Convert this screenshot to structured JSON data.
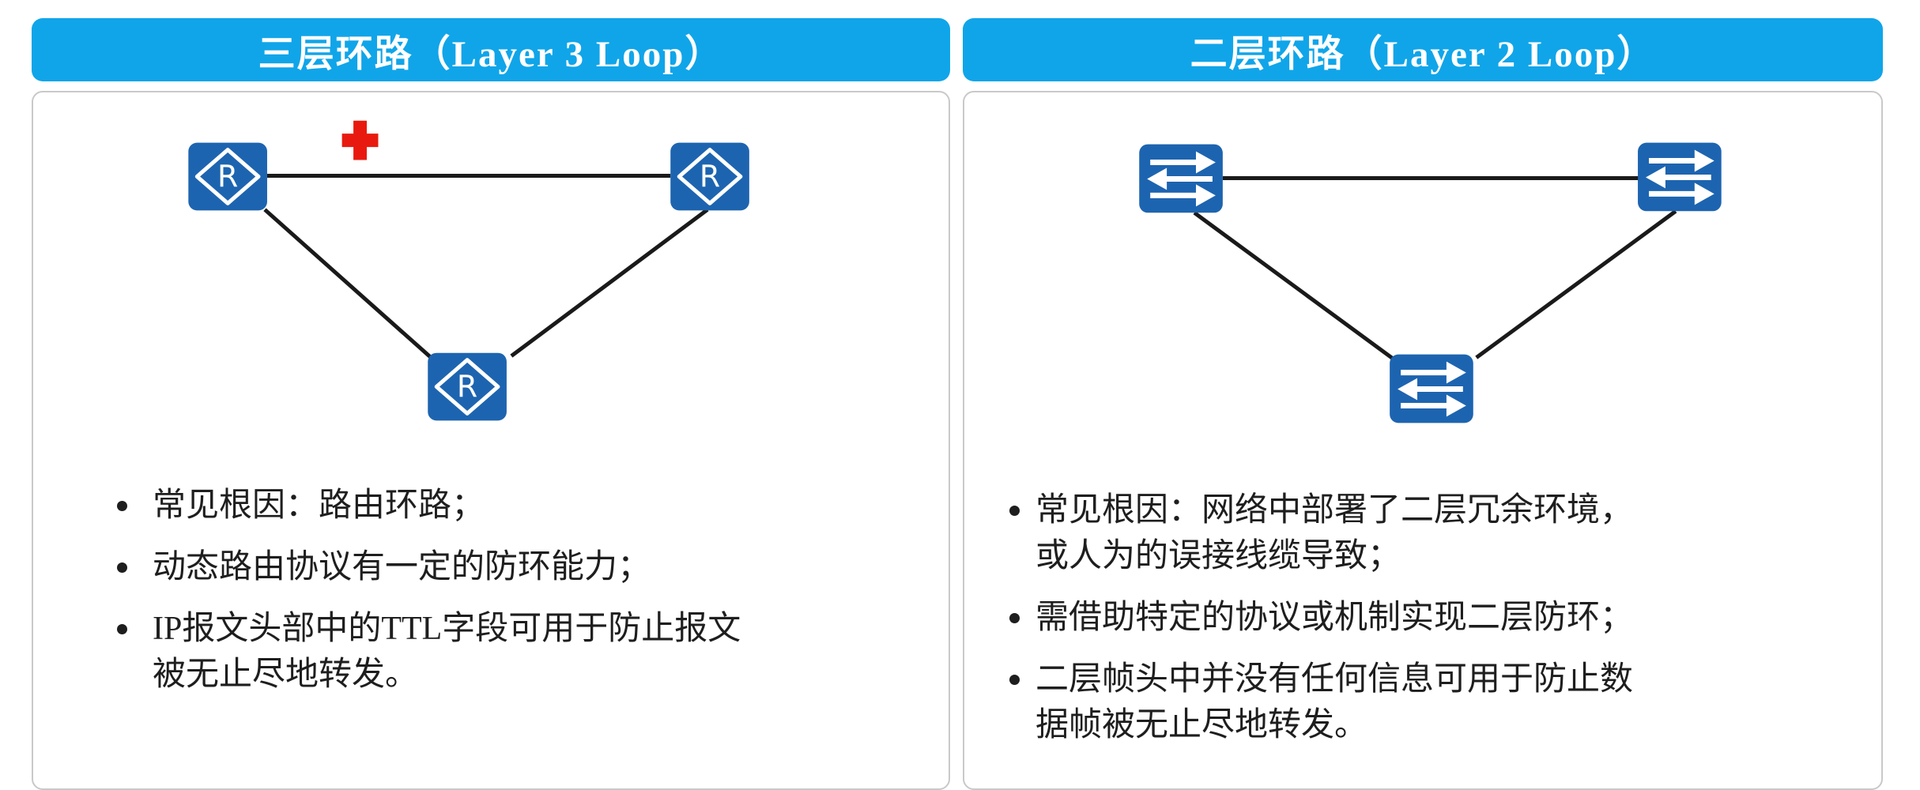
{
  "colors": {
    "page_bg": "#ffffff",
    "header_bg": "#10a5e9",
    "header_text": "#ffffff",
    "card_bg": "#ffffff",
    "card_border": "#c9c9c9",
    "node_fill": "#1d64b0",
    "icon_white": "#ffffff",
    "link": "#1a1a1a",
    "cross": "#e81a0f",
    "text": "#1e1e1e"
  },
  "icons": [
    "router-icon",
    "switch-icon",
    "blocked-link-cross-icon",
    "bullet-dot-icon"
  ],
  "panels": [
    {
      "id": "layer3-loop",
      "title": "三层环路（Layer 3 Loop）",
      "node_type": "router",
      "node_label": "R",
      "node_count": 3,
      "topology": "triangle",
      "bullets": [
        "常见根因：路由环路；",
        "动态路由协议有一定的防环能力；",
        "IP报文头部中的TTL字段可用于防止报文\n被无止尽地转发。"
      ]
    },
    {
      "id": "layer2-loop",
      "title": "二层环路（Layer 2 Loop）",
      "node_type": "switch",
      "node_count": 3,
      "topology": "triangle",
      "bullets": [
        "常见根因：网络中部署了二层冗余环境，\n或人为的误接线缆导致；",
        "需借助特定的协议或机制实现二层防环；",
        "二层帧头中并没有任何信息可用于防止数\n据帧被无止尽地转发。"
      ]
    }
  ]
}
